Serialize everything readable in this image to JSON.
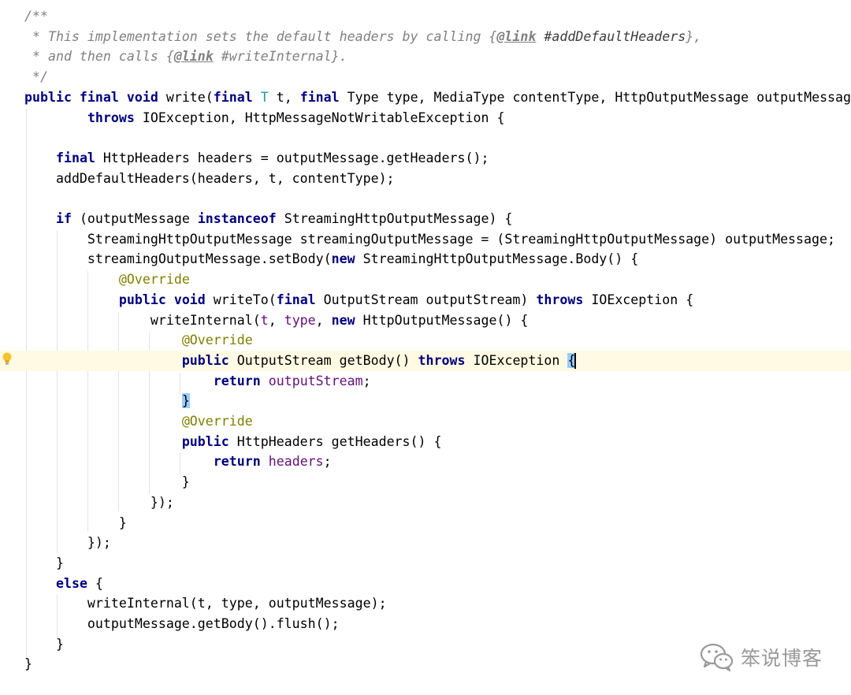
{
  "code_lines": [
    "/**",
    " * This implementation sets the default headers by calling {@link #addDefaultHeaders},",
    " * and then calls {@link #writeInternal}.",
    " */",
    "public final void write(final T t, final Type type, MediaType contentType, HttpOutputMessage outputMessage)",
    "        throws IOException, HttpMessageNotWritableException {",
    "",
    "    final HttpHeaders headers = outputMessage.getHeaders();",
    "    addDefaultHeaders(headers, t, contentType);",
    "",
    "    if (outputMessage instanceof StreamingHttpOutputMessage) {",
    "        StreamingHttpOutputMessage streamingOutputMessage = (StreamingHttpOutputMessage) outputMessage;",
    "        streamingOutputMessage.setBody(new StreamingHttpOutputMessage.Body() {",
    "            @Override",
    "            public void writeTo(final OutputStream outputStream) throws IOException {",
    "                writeInternal(t, type, new HttpOutputMessage() {",
    "                    @Override",
    "                    public OutputStream getBody() throws IOException {",
    "                        return outputStream;",
    "                    }",
    "                    @Override",
    "                    public HttpHeaders getHeaders() {",
    "                        return headers;",
    "                    }",
    "                });",
    "            }",
    "        });",
    "    }",
    "    else {",
    "        writeInternal(t, type, outputMessage);",
    "        outputMessage.getBody().flush();",
    "    }",
    "}"
  ],
  "current_line_index": 17,
  "gutter_icon": "intention-bulb-icon",
  "watermark": {
    "icon": "wechat-icon",
    "text": "笨说博客"
  },
  "colors": {
    "keyword": "#000080",
    "comment": "#808080",
    "annotation": "#808000",
    "type_param": "#20999d",
    "field": "#660e7a",
    "current_line_bg": "#fffae3",
    "brace_match_bg": "#99ccff"
  }
}
